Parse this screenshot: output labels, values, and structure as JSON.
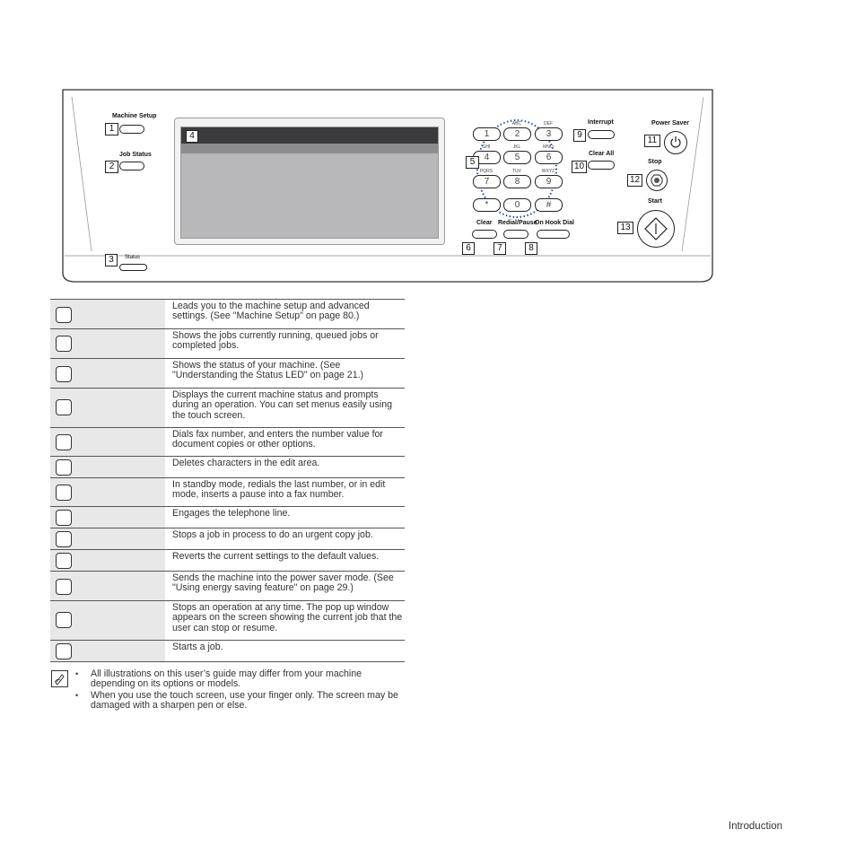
{
  "panel": {
    "labels": {
      "machine_setup": "Machine Setup",
      "job_status": "Job Status",
      "status": "Status",
      "interrupt": "Interrupt",
      "clear_all": "Clear All",
      "power_saver": "Power Saver",
      "stop": "Stop",
      "start": "Start",
      "clear": "Clear",
      "redial_pause": "Redial/Pause",
      "on_hook_dial": "On Hook Dial"
    },
    "callouts": [
      "1",
      "2",
      "3",
      "4",
      "5",
      "6",
      "7",
      "8",
      "9",
      "10",
      "11",
      "12",
      "13"
    ],
    "keypad": [
      {
        "digit": "1",
        "letters": ""
      },
      {
        "digit": "2",
        "letters": "ABC"
      },
      {
        "digit": "3",
        "letters": "DEF"
      },
      {
        "digit": "4",
        "letters": "GHI"
      },
      {
        "digit": "5",
        "letters": "JKL"
      },
      {
        "digit": "6",
        "letters": "MNO"
      },
      {
        "digit": "7",
        "letters": "PQRS"
      },
      {
        "digit": "8",
        "letters": "TUV"
      },
      {
        "digit": "9",
        "letters": "WXYZ"
      },
      {
        "digit": "*",
        "letters": ""
      },
      {
        "digit": "0",
        "letters": ""
      },
      {
        "digit": "#",
        "letters": ""
      }
    ]
  },
  "table": {
    "rows": [
      {
        "desc": "Leads you to the machine setup and advanced settings. (See \"Machine Setup\" on page 80.)"
      },
      {
        "desc": "Shows the jobs currently running, queued jobs or completed jobs."
      },
      {
        "desc": "Shows the status of your machine. (See \"Understanding the Status LED\" on page 21.)"
      },
      {
        "desc": "Displays the current machine status and prompts during an operation. You can set menus easily using the touch screen."
      },
      {
        "desc": "Dials fax number, and enters the number value for document copies or other options."
      },
      {
        "desc": "Deletes characters in the edit area."
      },
      {
        "desc": "In standby mode, redials the last number, or in edit mode, inserts a pause into a fax number."
      },
      {
        "desc": "Engages the telephone line."
      },
      {
        "desc": "Stops a job in process to do an urgent copy job."
      },
      {
        "desc": "Reverts the current settings to the default values."
      },
      {
        "desc": "Sends the machine into the power saver mode. (See \"Using energy saving feature\" on page 29.)"
      },
      {
        "desc": "Stops an operation at any time. The pop up window appears on the screen showing the current job that the user can stop or resume."
      },
      {
        "desc": "Starts a job."
      }
    ]
  },
  "notes": [
    "All illustrations on this user’s guide may differ from your machine depending on its options or models.",
    "When you use the touch screen, use your finger only. The screen may be damaged with a sharpen pen or else."
  ],
  "footer": {
    "section": "Introduction"
  }
}
